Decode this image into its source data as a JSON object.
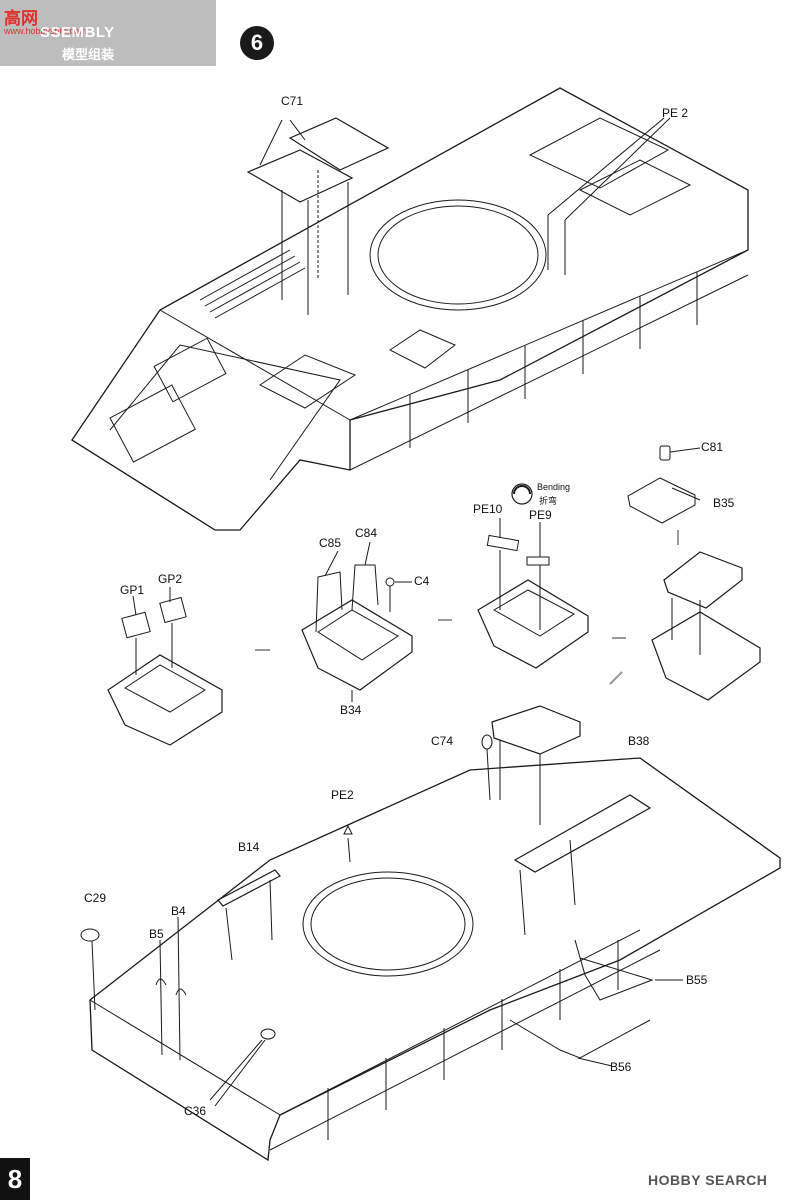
{
  "header": {
    "site_watermark": "高网",
    "site_url": "www.hobbyshm.com",
    "title": "SSEMBLY",
    "subtitle": "模型组装",
    "step_number": "6"
  },
  "labels": {
    "c71": "C71",
    "pe2_top": "PE 2",
    "c81": "C81",
    "b35": "B35",
    "bending_en": "Bending",
    "bending_cn": "折弯",
    "pe10": "PE10",
    "pe9": "PE9",
    "c85": "C85",
    "c84": "C84",
    "c4": "C4",
    "b34": "B34",
    "gp1": "GP1",
    "gp2": "GP2",
    "c74": "C74",
    "b38": "B38",
    "pe2_bottom": "PE2",
    "b14": "B14",
    "c29": "C29",
    "b4": "B4",
    "b5": "B5",
    "b55": "B55",
    "b56": "B56",
    "c36": "C36"
  },
  "footer": {
    "page_number": "8",
    "watermark": "HOBBY SEARCH"
  },
  "colors": {
    "header_band": "#bdbdbd",
    "watermark_red": "#e0312a",
    "line": "#1a1a1a",
    "arrow_gray": "#9a9a9a"
  },
  "icons": [
    "step-number-badge",
    "bending-icon",
    "flow-arrow-icon",
    "footer-logo-icon"
  ]
}
